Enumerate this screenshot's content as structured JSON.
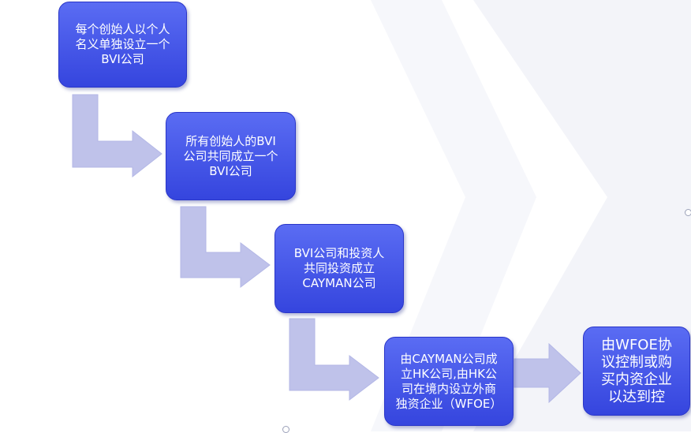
{
  "diagram": {
    "steps": [
      {
        "text": "每个创始人以个人\n名义单独设立一个\nBVI公司"
      },
      {
        "text": "所有创始人的BVI\n公司共同成立一个\nBVI公司"
      },
      {
        "text": "BVI公司和投资人\n共同投资成立\nCAYMAN公司"
      },
      {
        "text": "由CAYMAN公司成\n立HK公司,由HK公\n司在境内设立外商\n独资企业（WFOE）"
      },
      {
        "text": "由WFOE协\n议控制或购\n买内资企业\n以达到控"
      }
    ]
  },
  "colors": {
    "box_fill": "#4a5ceb",
    "box_border": "#2a36c8",
    "arrow_fill": "#bfc2ea",
    "background": "#ffffff"
  }
}
